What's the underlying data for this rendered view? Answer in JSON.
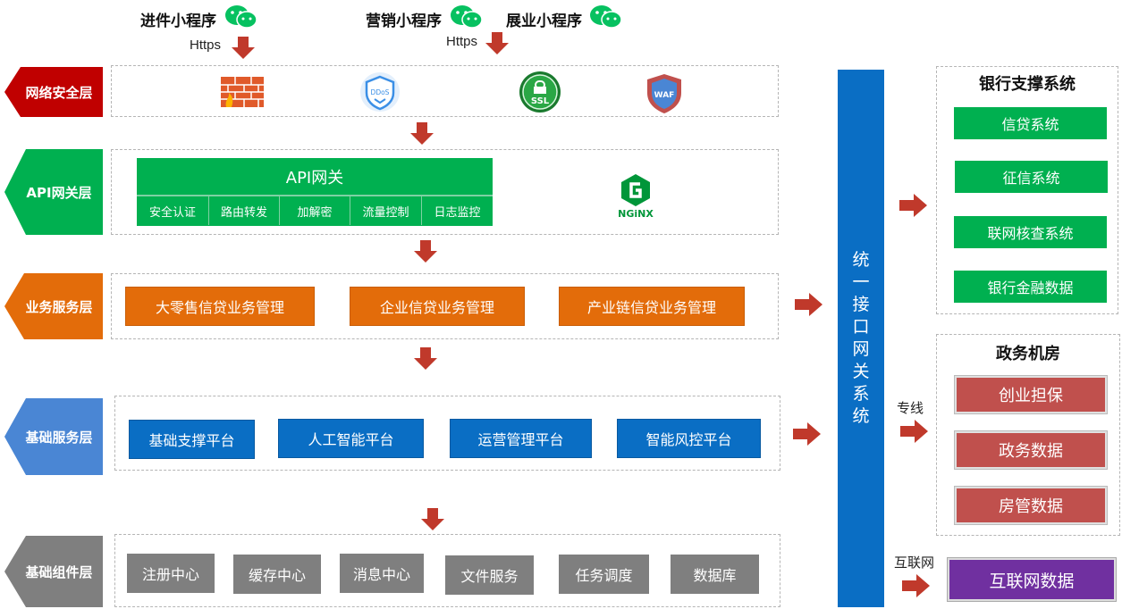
{
  "top_apps": [
    {
      "label": "进件小程序"
    },
    {
      "label": "营销小程序"
    },
    {
      "label": "展业小程序"
    }
  ],
  "https_labels": [
    "Https",
    "Https"
  ],
  "layers": {
    "network": {
      "label": "网络安全层",
      "color": "#c00000",
      "icons": [
        "firewall-icon",
        "ddos-icon",
        "ssl-icon",
        "waf-icon"
      ],
      "icon_texts": {
        "ddos": "DDoS",
        "ssl": "SSL",
        "waf": "WAF"
      }
    },
    "api": {
      "label": "API网关层",
      "color": "#00b050",
      "gateway_title": "API网关",
      "gateway_items": [
        "安全认证",
        "路由转发",
        "加解密",
        "流量控制",
        "日志监控"
      ],
      "nginx_label": "NGiNX"
    },
    "business": {
      "label": "业务服务层",
      "color": "#e36c0a",
      "items": [
        "大零售信贷业务管理",
        "企业信贷业务管理",
        "产业链信贷业务管理"
      ]
    },
    "foundation": {
      "label": "基础服务层",
      "color": "#4a86d4",
      "items": [
        "基础支撑平台",
        "人工智能平台",
        "运营管理平台",
        "智能风控平台"
      ]
    },
    "component": {
      "label": "基础组件层",
      "color": "#7f7f7f",
      "items": [
        "注册中心",
        "缓存中心",
        "消息中心",
        "文件服务",
        "任务调度",
        "数据库"
      ]
    }
  },
  "gateway_bar": {
    "chars": [
      "统",
      "一",
      "接",
      "口",
      "网",
      "关",
      "系",
      "统"
    ]
  },
  "right": {
    "bank": {
      "title": "银行支撑系统",
      "items": [
        "信贷系统",
        "征信系统",
        "联网核查系统",
        "银行金融数据"
      ]
    },
    "gov": {
      "title": "政务机房",
      "link_label": "专线",
      "items": [
        "创业担保",
        "政务数据",
        "房管数据"
      ]
    },
    "internet": {
      "link_label": "互联网",
      "item": "互联网数据"
    }
  },
  "colors": {
    "arrow": "#c0392b",
    "green": "#00b050",
    "orange": "#e36c0a",
    "blue": "#0a6ec4",
    "gray": "#7f7f7f",
    "red": "#c0504d",
    "purple": "#7030a0"
  }
}
